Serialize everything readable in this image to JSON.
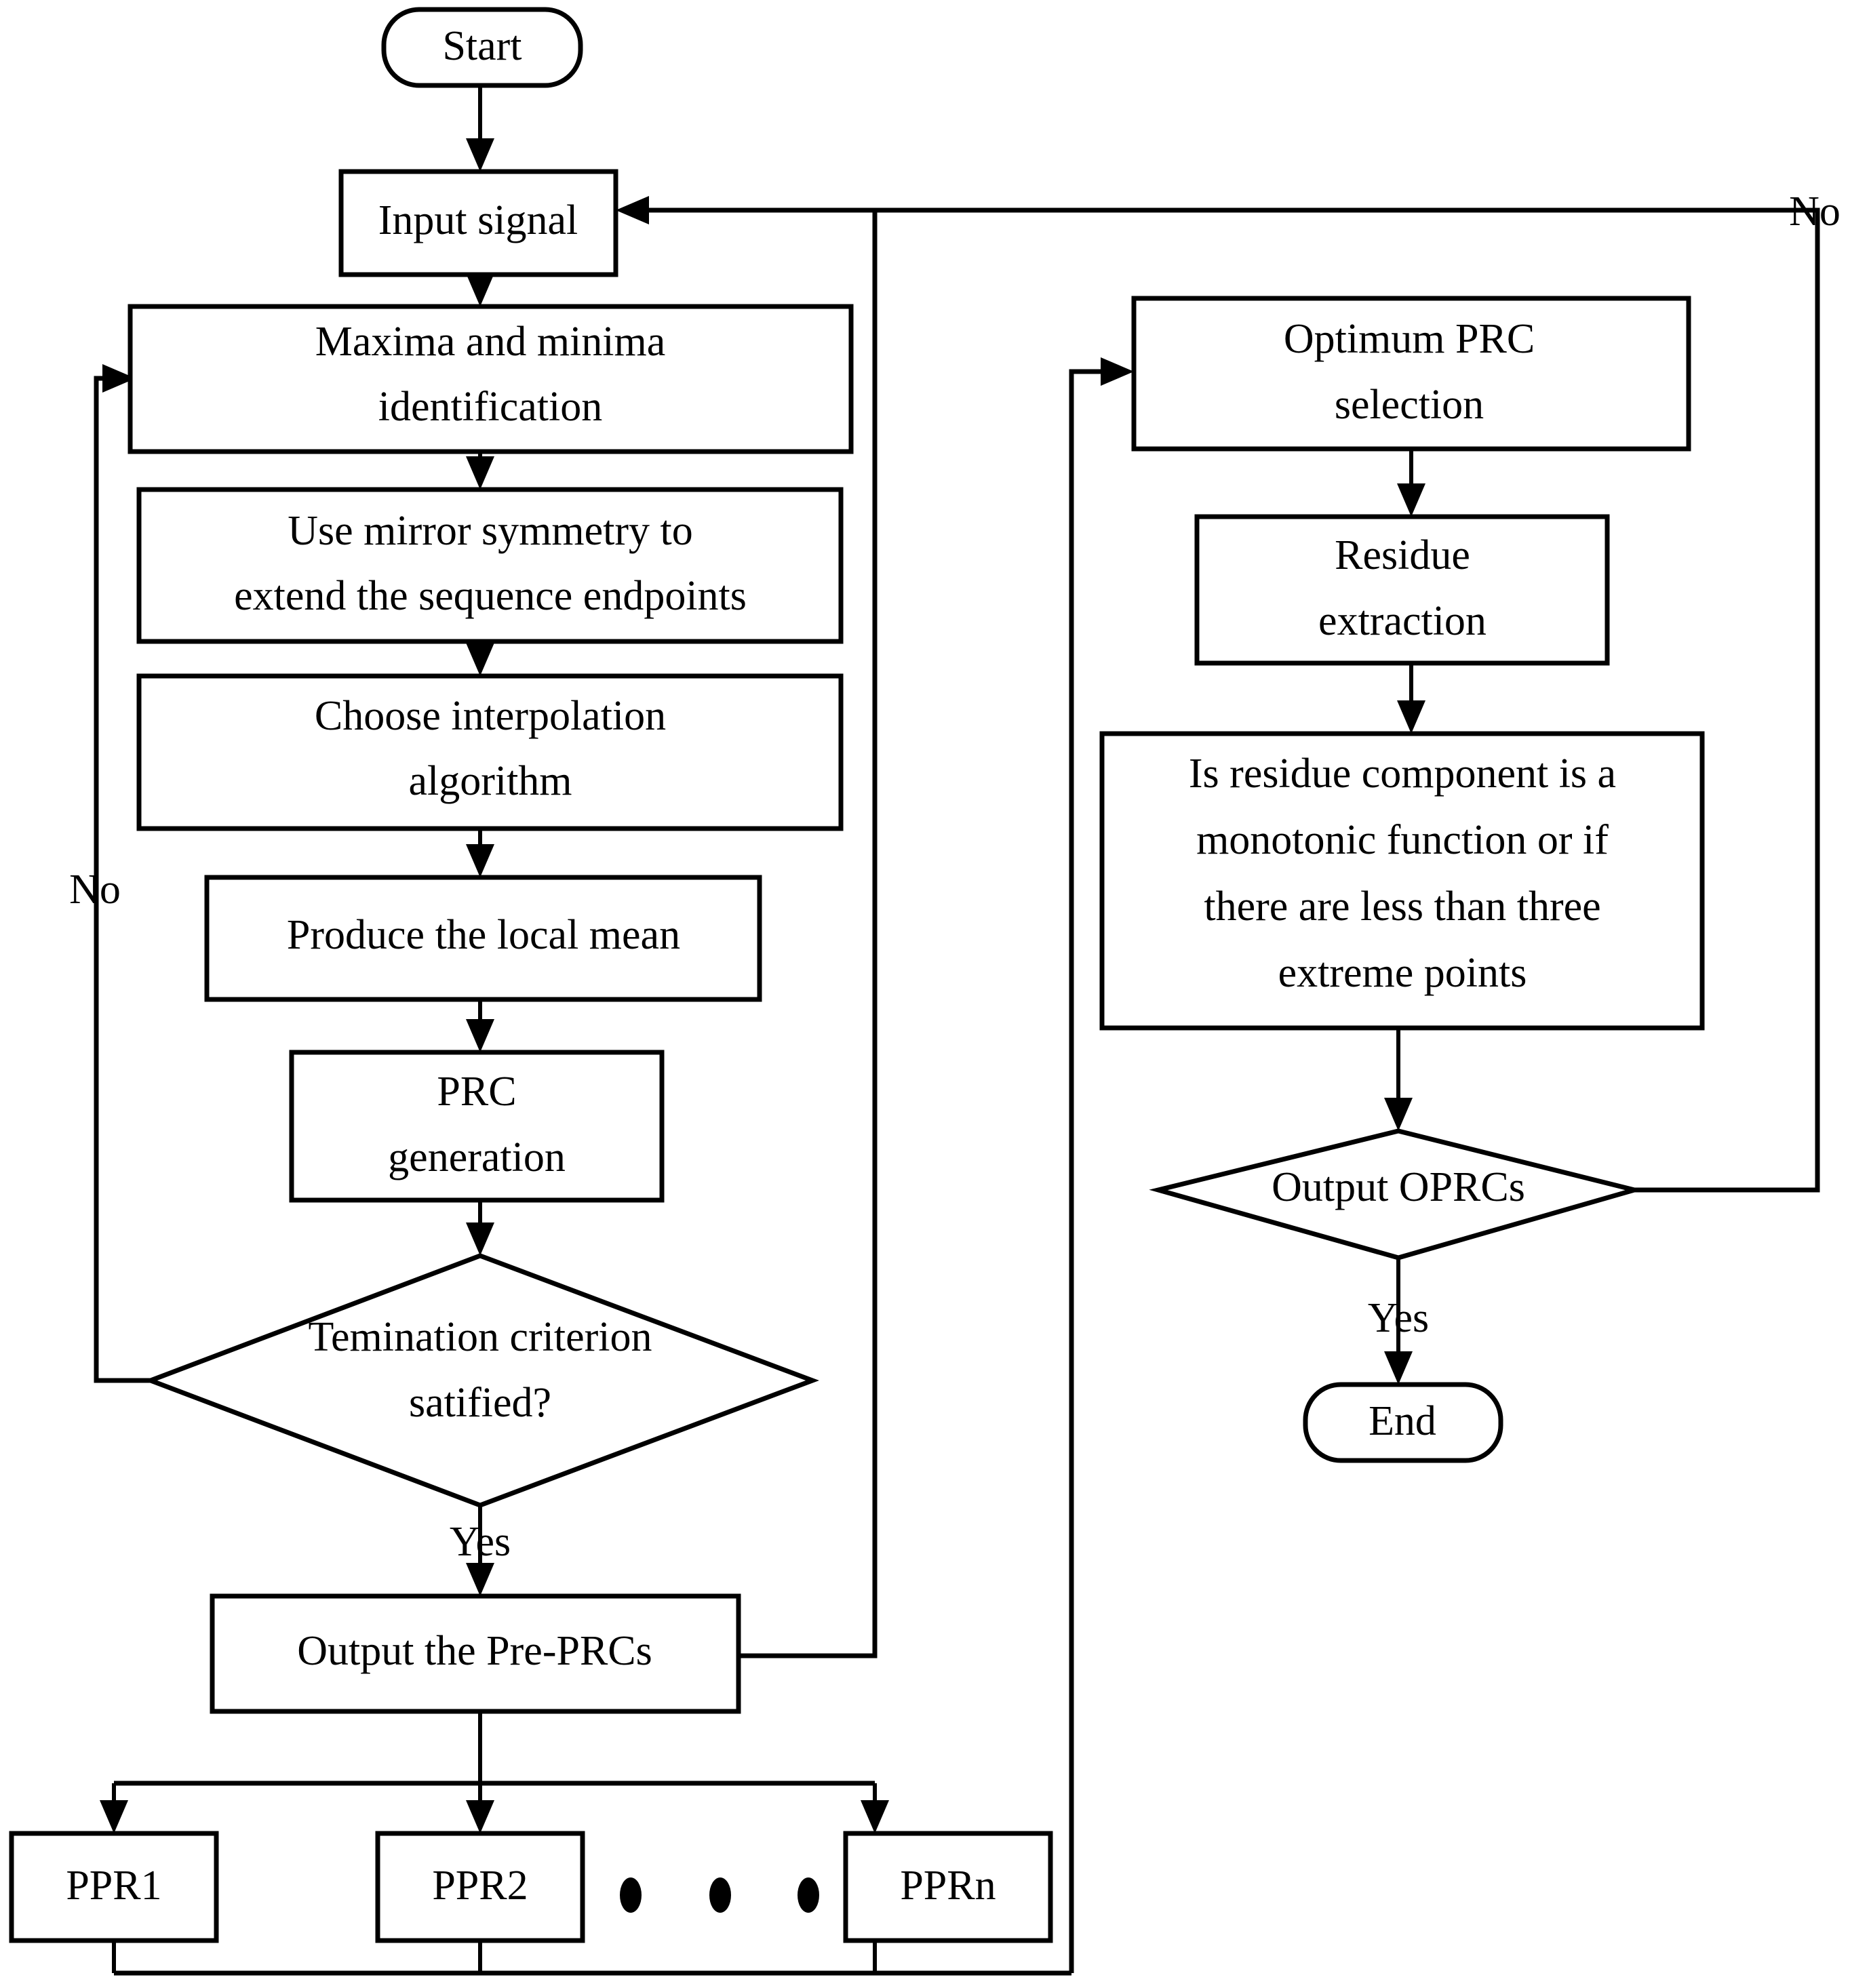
{
  "diagram": {
    "title": "PRC decomposition flowchart",
    "line_color": "#000000",
    "fill_color": "#ffffff",
    "nodes": {
      "start": {
        "label": "Start",
        "shape": "terminator"
      },
      "input_signal": {
        "label": "Input signal",
        "shape": "process"
      },
      "maxima_minima": {
        "line1": "Maxima and minima",
        "line2": "identification",
        "shape": "process"
      },
      "mirror_symmetry": {
        "line1": "Use mirror symmetry to",
        "line2": "extend the sequence endpoints",
        "shape": "process"
      },
      "interpolation": {
        "line1": "Choose interpolation",
        "line2": "algorithm",
        "shape": "process"
      },
      "local_mean": {
        "label": "Produce the local mean",
        "shape": "process"
      },
      "prc_generation": {
        "line1": "PRC",
        "line2": "generation",
        "shape": "process"
      },
      "termination": {
        "line1": "Temination criterion",
        "line2": "satified?",
        "shape": "decision"
      },
      "output_pre_prcs": {
        "label": "Output the Pre-PRCs",
        "shape": "process"
      },
      "ppr1": {
        "label": "PPR1",
        "shape": "process"
      },
      "ppr2": {
        "label": "PPR2",
        "shape": "process"
      },
      "pprn": {
        "label": "PPRn",
        "shape": "process"
      },
      "optimum_prc": {
        "line1": "Optimum PRC",
        "line2": "selection",
        "shape": "process"
      },
      "residue_extraction": {
        "line1": "Residue",
        "line2": "extraction",
        "shape": "process"
      },
      "residue_check": {
        "line1": "Is residue component is a",
        "line2": "monotonic function or if",
        "line3": "there are less than three",
        "line4": "extreme points",
        "shape": "process"
      },
      "output_oprcs": {
        "label": "Output OPRCs",
        "shape": "decision"
      },
      "end": {
        "label": "End",
        "shape": "terminator"
      }
    },
    "edge_labels": {
      "termination_no": "No",
      "termination_yes": "Yes",
      "oprcs_no": "No",
      "oprcs_yes": "Yes"
    },
    "ellipsis": "•••"
  }
}
